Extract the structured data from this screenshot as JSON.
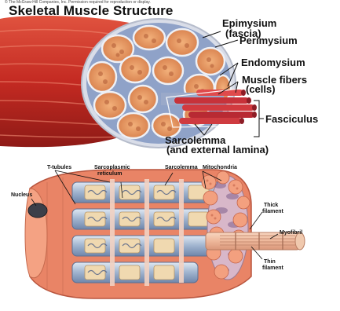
{
  "copyright": "© The McGraw-Hill Companies, Inc. Permission required for reproduction or display.",
  "title": "Skeletal Muscle Structure",
  "top_labels": {
    "epimysium": "Epimysium",
    "fascia": "(fascia)",
    "perimysium": "Perimysium",
    "endomysium": "Endomysium",
    "muscle_fibers": "Muscle fibers",
    "cells": "(cells)",
    "fasciculus": "Fasciculus",
    "sarcolemma": "Sarcolemma",
    "external_lamina": "(and external lamina)"
  },
  "bottom_labels": {
    "t_tubules": "T-tubules",
    "sarcoplasmic": "Sarcoplasmic",
    "reticulum": "reticulum",
    "sarcolemma": "Sarcolemma",
    "mitochondria": "Mitochondria",
    "nucleus": "Nucleus",
    "thick": "Thick",
    "thick_filament": "filament",
    "myofibril": "Myofibril",
    "thin": "Thin",
    "thin_filament": "filament"
  }
}
